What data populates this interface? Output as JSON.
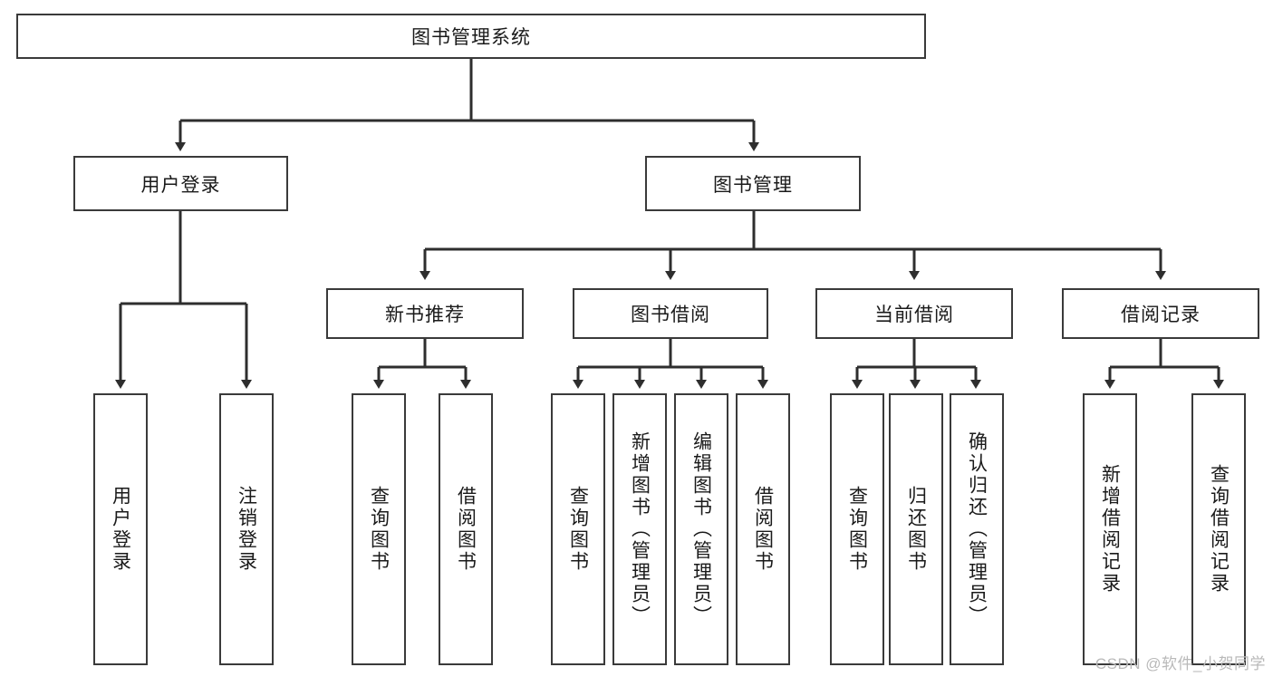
{
  "diagram": {
    "title": "图书管理系统",
    "type": "hierarchy-tree",
    "colors": {
      "box_border": "#3a3a3a",
      "box_fill": "#ffffff",
      "edge": "#2e2e2e",
      "text": "#1a1a1a",
      "watermark": "#b9b9b9"
    },
    "root": {
      "label": "图书管理系统"
    },
    "level1": [
      {
        "label": "用户登录"
      },
      {
        "label": "图书管理"
      }
    ],
    "level2": [
      {
        "label": "新书推荐"
      },
      {
        "label": "图书借阅"
      },
      {
        "label": "当前借阅"
      },
      {
        "label": "借阅记录"
      }
    ],
    "leaves": {
      "user_login": [
        {
          "label": "用户登录"
        },
        {
          "label": "注销登录"
        }
      ],
      "new_book_recommend": [
        {
          "label": "查询图书"
        },
        {
          "label": "借阅图书"
        }
      ],
      "book_borrow": [
        {
          "label": "查询图书"
        },
        {
          "label": "新增图书（管理员）"
        },
        {
          "label": "编辑图书（管理员）"
        },
        {
          "label": "借阅图书"
        }
      ],
      "current_borrow": [
        {
          "label": "查询图书"
        },
        {
          "label": "归还图书"
        },
        {
          "label": "确认归还（管理员）"
        }
      ],
      "borrow_record": [
        {
          "label": "新增借阅记录"
        },
        {
          "label": "查询借阅记录"
        }
      ]
    }
  },
  "watermark": {
    "text": "CSDN @软件_小贺同学"
  }
}
